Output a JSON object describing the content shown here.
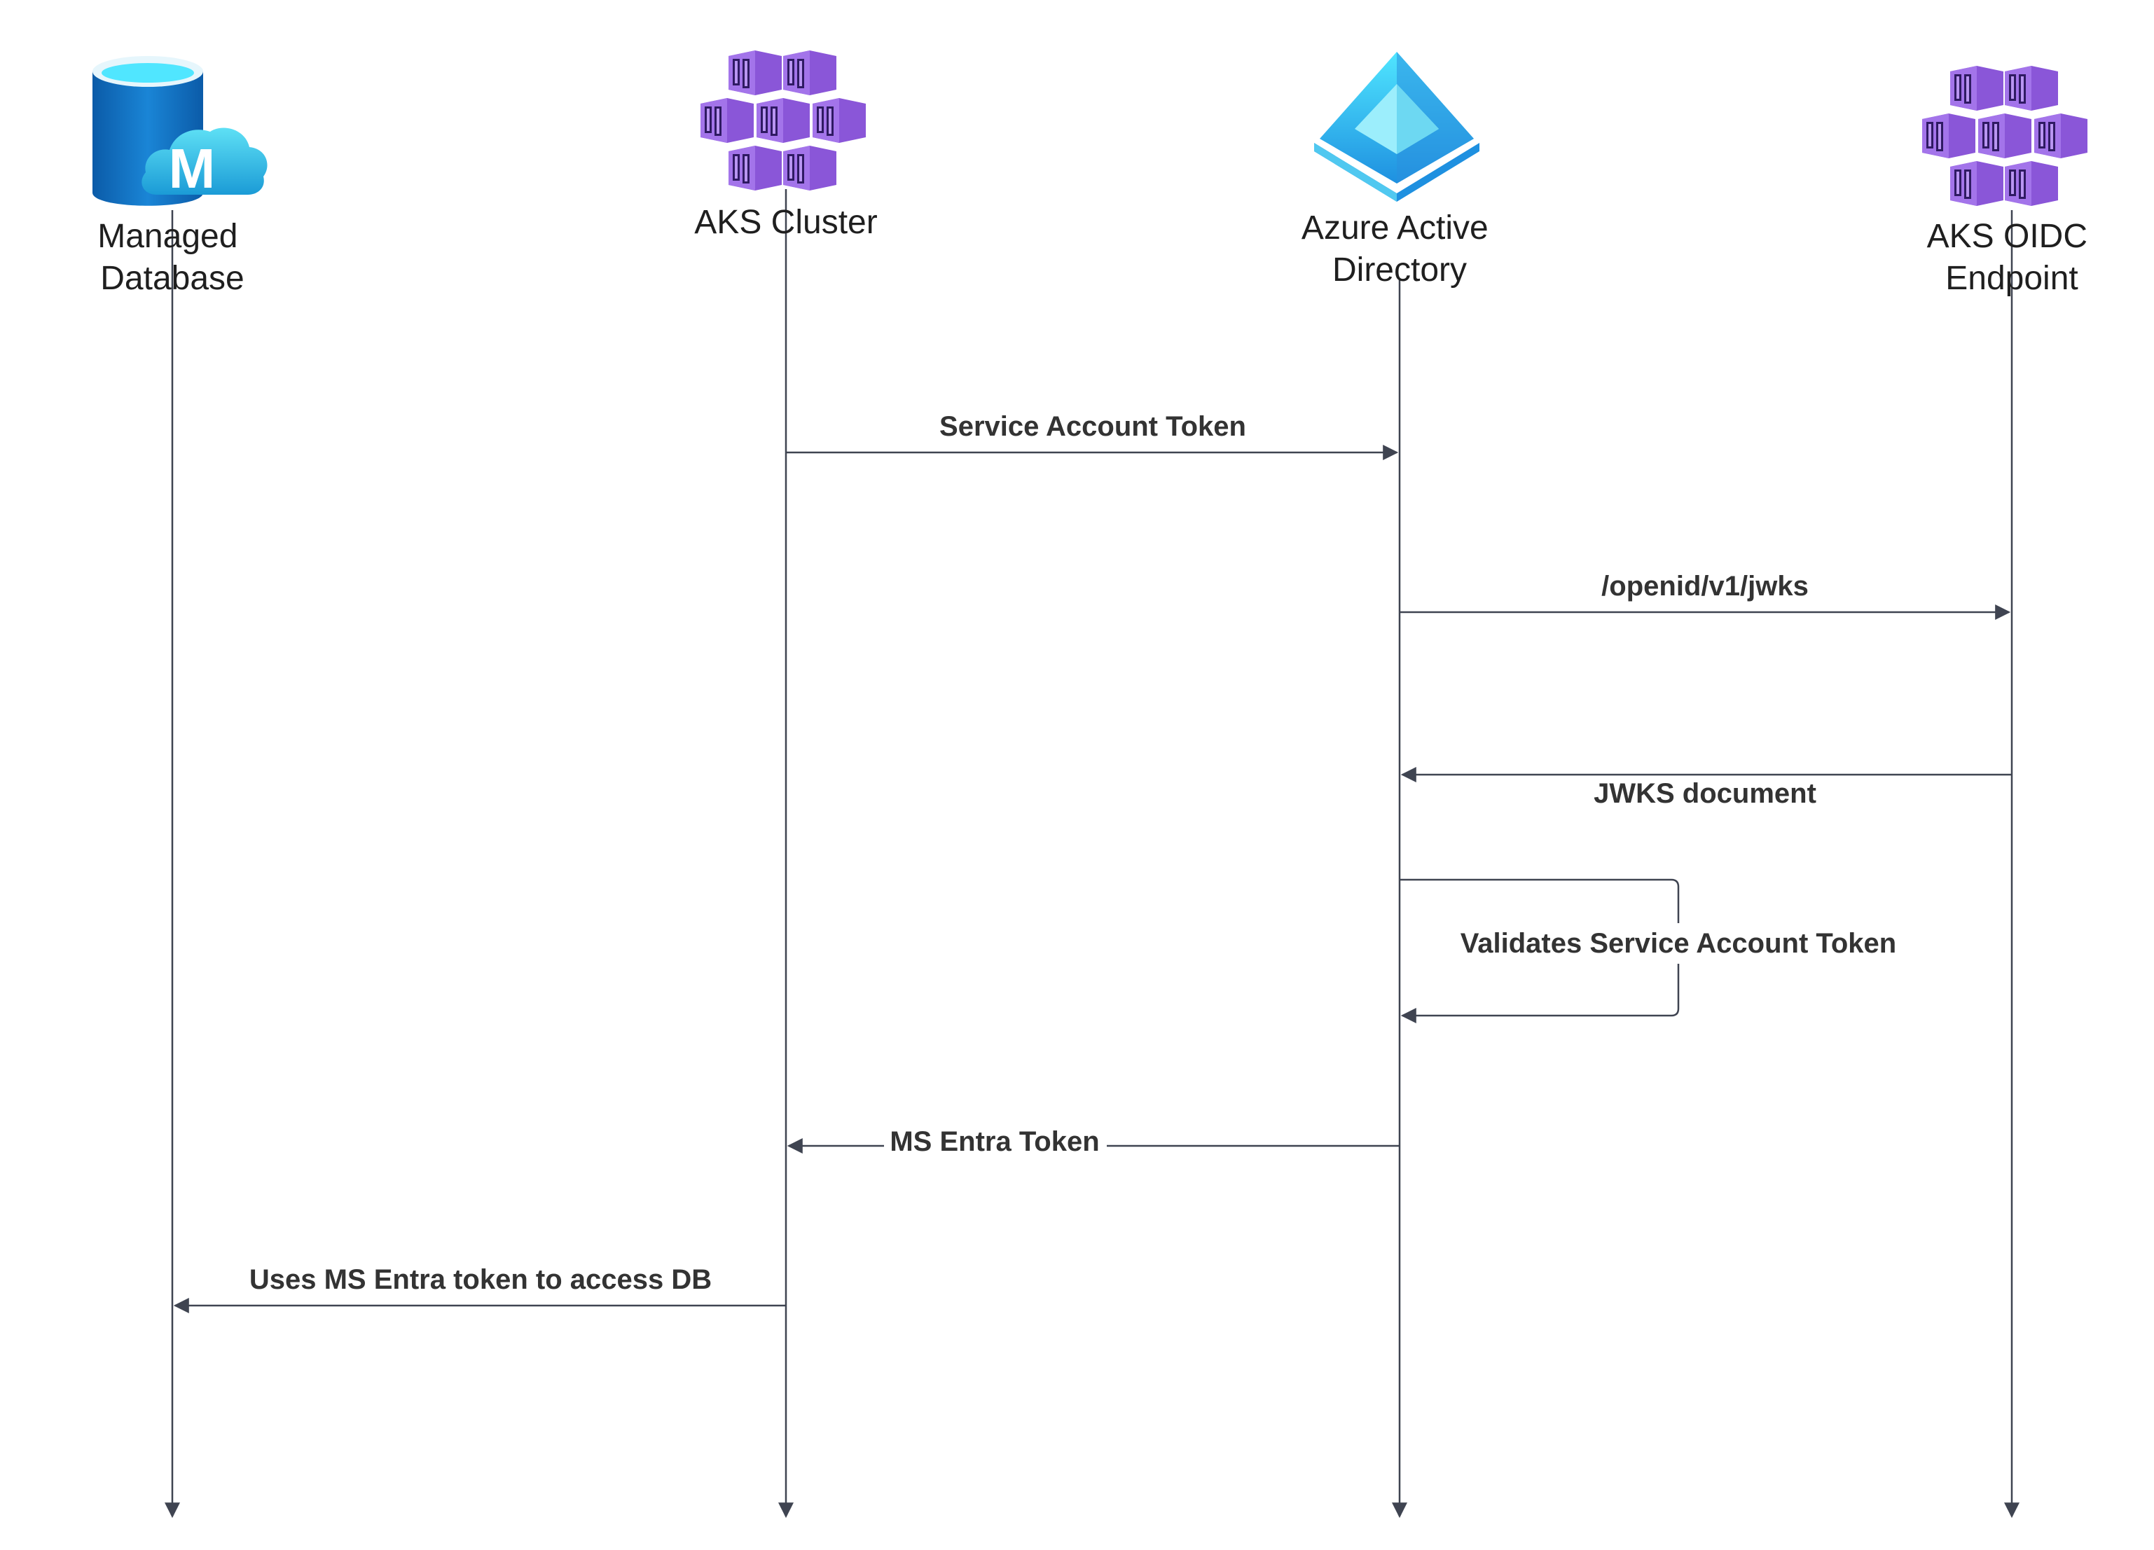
{
  "participants": [
    {
      "id": "managed-database",
      "label_lines": [
        "Managed",
        "Database"
      ],
      "icon": "azure-database-mysql-icon"
    },
    {
      "id": "aks-cluster",
      "label_lines": [
        "AKS Cluster"
      ],
      "icon": "aks-cluster-icon"
    },
    {
      "id": "azure-active-directory",
      "label_lines": [
        "Azure Active",
        "Directory"
      ],
      "icon": "azure-active-directory-icon"
    },
    {
      "id": "aks-oidc-endpoint",
      "label_lines": [
        "AKS OIDC",
        "Endpoint"
      ],
      "icon": "aks-oidc-icon"
    }
  ],
  "messages": [
    {
      "from": "aks-cluster",
      "to": "azure-active-directory",
      "label": "Service Account Token"
    },
    {
      "from": "azure-active-directory",
      "to": "aks-oidc-endpoint",
      "label": "/openid/v1/jwks"
    },
    {
      "from": "aks-oidc-endpoint",
      "to": "azure-active-directory",
      "label": "JWKS document"
    },
    {
      "from": "azure-active-directory",
      "to": "azure-active-directory",
      "label": "Validates Service Account Token"
    },
    {
      "from": "azure-active-directory",
      "to": "aks-cluster",
      "label": "MS Entra Token"
    },
    {
      "from": "aks-cluster",
      "to": "managed-database",
      "label": "Uses MS Entra token to access DB"
    }
  ],
  "colors": {
    "line": "#3f4451",
    "text": "#333333",
    "db_blue": "#0a6bbf",
    "db_cyan": "#50e6ff",
    "aks_purple": "#8c52d9",
    "aad_blue": "#1490df"
  }
}
